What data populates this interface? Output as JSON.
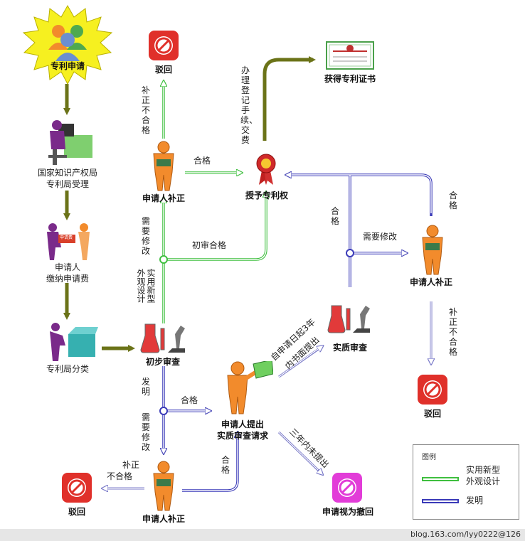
{
  "nodes": {
    "apply": "专利申请",
    "accept_l1": "国家知识产权局",
    "accept_l2": "专利局受理",
    "fee_l1": "申请人",
    "fee_l2": "缴纳申请费",
    "classify": "专利局分类",
    "prelim": "初步审查",
    "supp_top": "申请人补正",
    "grant": "授予专利权",
    "cert": "获得专利证书",
    "reject_top": "驳回",
    "reject_right": "驳回",
    "reject_left": "驳回",
    "request_l1": "申请人提出",
    "request_l2": "实质审查请求",
    "substantive": "实质审查",
    "supp_right": "申请人补正",
    "supp_bottom": "申请人补正",
    "withdrawn": "申请视为撤回",
    "receipt_label": "申请费"
  },
  "edges": {
    "not_ok_top": "补正不合格",
    "ok_top": "合格",
    "register": "办理登记手续、交费",
    "need_modify_left": "需要修改",
    "utility_design": "实用新型外观设计",
    "prelim_pass": "初审合格",
    "ok_right_vert": "合格",
    "need_modify_right": "需要修改",
    "ok_right": "合格",
    "not_ok_right": "补正不合格",
    "invention": "发明",
    "ok_mid": "合格",
    "need_modify_low": "需要修改",
    "not_ok_left_1": "补正",
    "not_ok_left_2": "不合格",
    "ok_low": "合格",
    "within3_l1": "自申请日起3年",
    "within3_l2": "内书面提出",
    "not3": "三年内未提出"
  },
  "legend": {
    "title": "图例",
    "green_l1": "实用新型",
    "green_l2": "外观设计",
    "blue": "发明",
    "green_color": "#3fbf3f",
    "blue_color": "#3a3ab8"
  },
  "footer": "blog.163.com/lyy0222@126"
}
